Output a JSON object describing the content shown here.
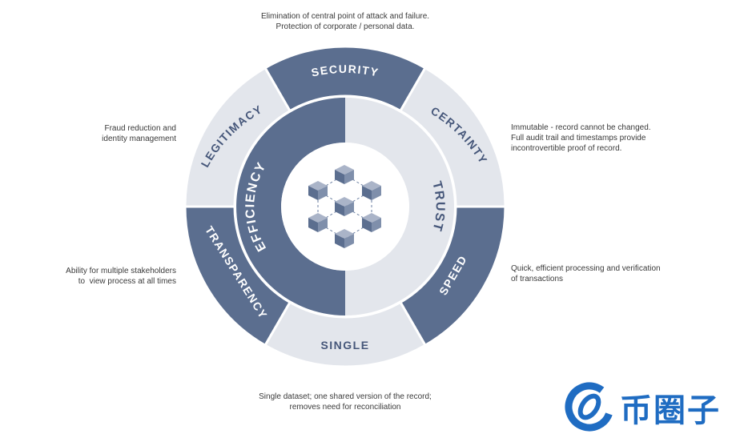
{
  "segments": {
    "security": "SECURITY",
    "certainty": "CERTAINTY",
    "speed": "SPEED",
    "single": "SINGLE",
    "transparency": "TRANSPARENCY",
    "legitimacy": "LEGITIMACY"
  },
  "inner": {
    "efficiency": "EFFICIENCY",
    "trust": "TRUST"
  },
  "descriptions": {
    "security": [
      "Elimination of central point of attack and failure.",
      "Protection of corporate / personal data."
    ],
    "certainty": [
      "Immutable  - record cannot be changed.",
      "Full audit trail and timestamps provide",
      "incontrovertible proof of record."
    ],
    "speed": [
      "Quick, efficient processing and verification",
      "of transactions"
    ],
    "single": [
      "Single dataset; one shared version of the record;",
      "removes need for reconciliation"
    ],
    "transparency": [
      "Ability for multiple stakeholders",
      " to  view process at all times"
    ],
    "legitimacy": [
      "Fraud reduction and",
      "identity management"
    ]
  },
  "logo": {
    "text": "币圈子",
    "icon": "coin-circle-logo-icon"
  },
  "colors": {
    "dark": "#5b6e8f",
    "light": "#e3e6ec",
    "text_dark": "#ffffff",
    "text_light": "#46577a"
  }
}
